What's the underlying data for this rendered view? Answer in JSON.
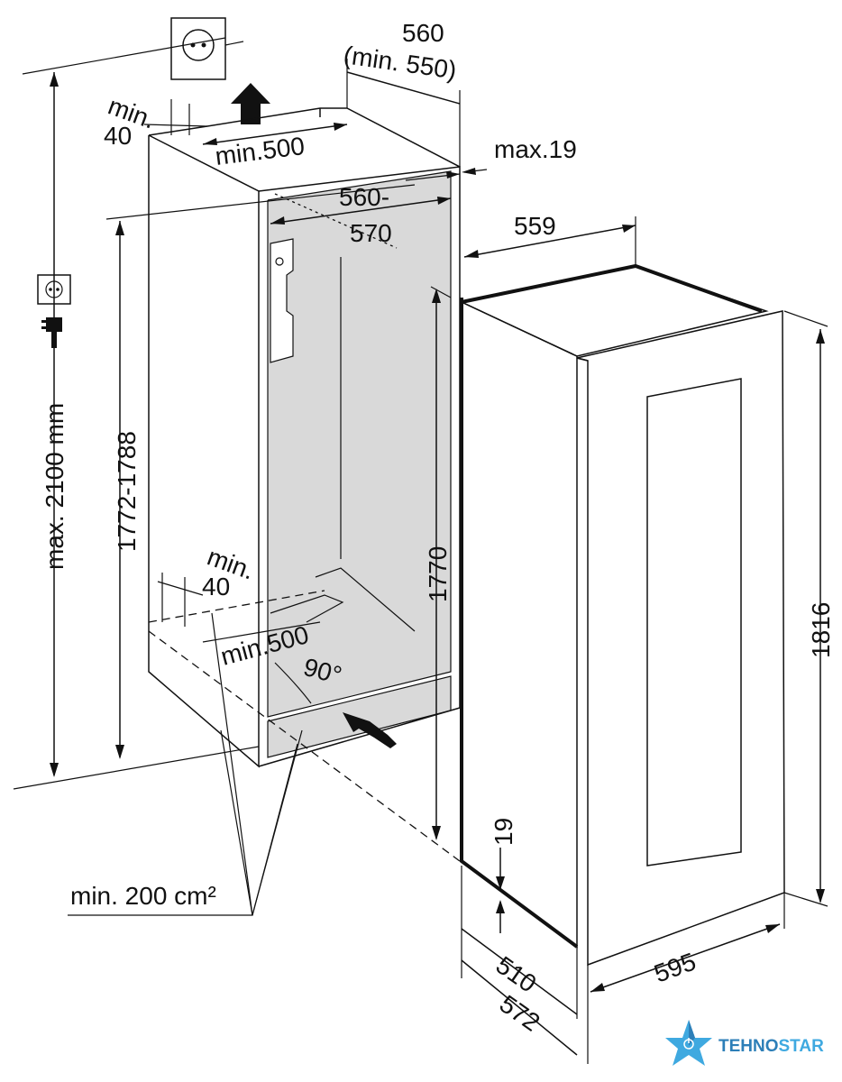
{
  "dimensions": {
    "niche_depth": "560",
    "niche_depth_min": "(min. 550)",
    "top_gap": "min.",
    "top_gap_value": "40",
    "top_vent": "min.500",
    "max_panel": "max.19",
    "niche_width_a": "560-",
    "niche_width_b": "570",
    "appliance_depth_top": "559",
    "max_height": "max. 2100 mm",
    "niche_height": "1772-1788",
    "bottom_gap": "min.",
    "bottom_gap_value": "40",
    "bottom_vent": "min.500",
    "door_angle": "90°",
    "inner_height": "1770",
    "appliance_height": "1816",
    "door_offset": "19",
    "vent_area": "min. 200 cm²",
    "depth_510": "510",
    "depth_572": "572",
    "width_595": "595"
  },
  "logo": {
    "part1": "TEHNO",
    "part2": "STAR",
    "color_dark": "#2d7fb8",
    "color_light": "#3fa9e0"
  }
}
